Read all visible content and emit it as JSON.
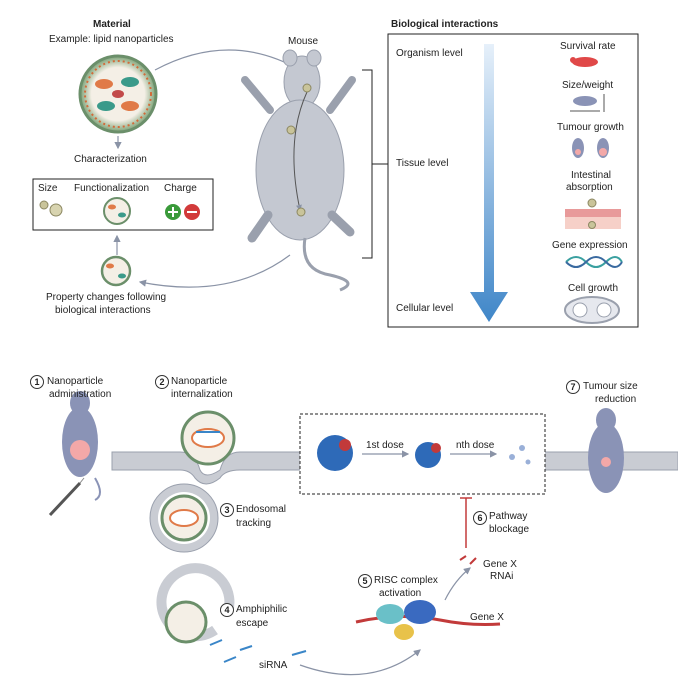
{
  "top": {
    "material_title": "Material",
    "material_example": "Example: lipid nanoparticles",
    "characterization": "Characterization",
    "size": "Size",
    "functionalization": "Functionalization",
    "charge": "Charge",
    "property_changes_1": "Property changes following",
    "property_changes_2": "biological interactions",
    "mouse": "Mouse",
    "bio_title": "Biological interactions",
    "organism_level": "Organism level",
    "tissue_level": "Tissue level",
    "cellular_level": "Cellular level",
    "readouts": [
      "Survival rate",
      "Size/weight",
      "Tumour growth",
      "Intestinal",
      "absorption",
      "Gene expression",
      "Cell growth"
    ]
  },
  "bottom": {
    "step1_num": "1",
    "step1_a": "Nanoparticle",
    "step1_b": "administration",
    "step2_num": "2",
    "step2_a": "Nanoparticle",
    "step2_b": "internalization",
    "step3_num": "3",
    "step3_a": "Endosomal",
    "step3_b": "tracking",
    "step4_num": "4",
    "step4_a": "Amphiphilic",
    "step4_b": "escape",
    "step5_num": "5",
    "step5_a": "RISC complex",
    "step5_b": "activation",
    "step6_num": "6",
    "step6_a": "Pathway",
    "step6_b": "blockage",
    "step7_num": "7",
    "step7_a": "Tumour size",
    "step7_b": "reduction",
    "first_dose": "1st dose",
    "nth_dose": "nth dose",
    "gene_x_rnai_a": "Gene X",
    "gene_x_rnai_b": "RNAi",
    "gene_x": "Gene X",
    "sirna": "siRNA"
  },
  "colors": {
    "arrow_blue": "#3f86c8",
    "membrane": "#c9ccd3",
    "tumour": "#f3a8a8",
    "mouse": "#c4c8d1"
  }
}
